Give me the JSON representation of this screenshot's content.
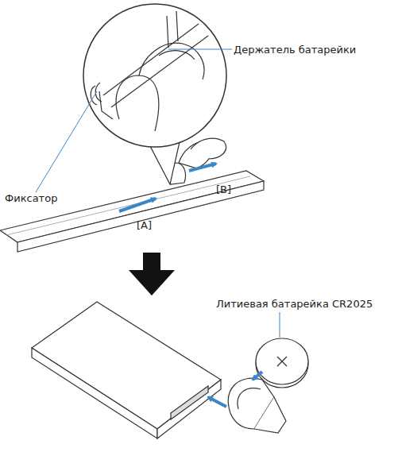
{
  "diagram": {
    "labels": [
      "Держатель батарейки",
      "Фиксатор",
      "[A]",
      "[B]",
      "Литиевая батарейка CR2025"
    ]
  }
}
